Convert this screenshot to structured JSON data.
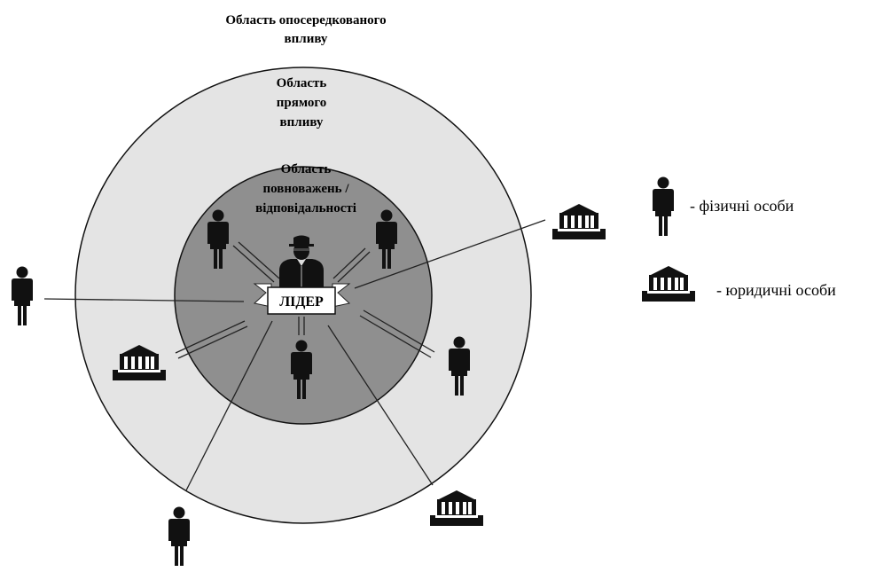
{
  "zones": {
    "outer_label": [
      "Область опосередкованого",
      "впливу"
    ],
    "middle_label": [
      "Область",
      "прямого",
      "впливу"
    ],
    "inner_label": [
      "Область",
      "повноважень /",
      "відповідальності"
    ]
  },
  "leader": {
    "label": "ЛІДЕР"
  },
  "legend": {
    "physical_label": "- фізичні особи",
    "legal_label": "- юридичні особи"
  },
  "colors": {
    "outer_circle_fill": "#e4e4e4",
    "inner_circle_fill": "#8f8f8f",
    "figure": "#111111",
    "line": "#222222"
  },
  "icons": {
    "person": "person-silhouette-icon",
    "legal_entity": "building-columns-icon",
    "leader": "hat-sunglasses-figure-icon"
  }
}
